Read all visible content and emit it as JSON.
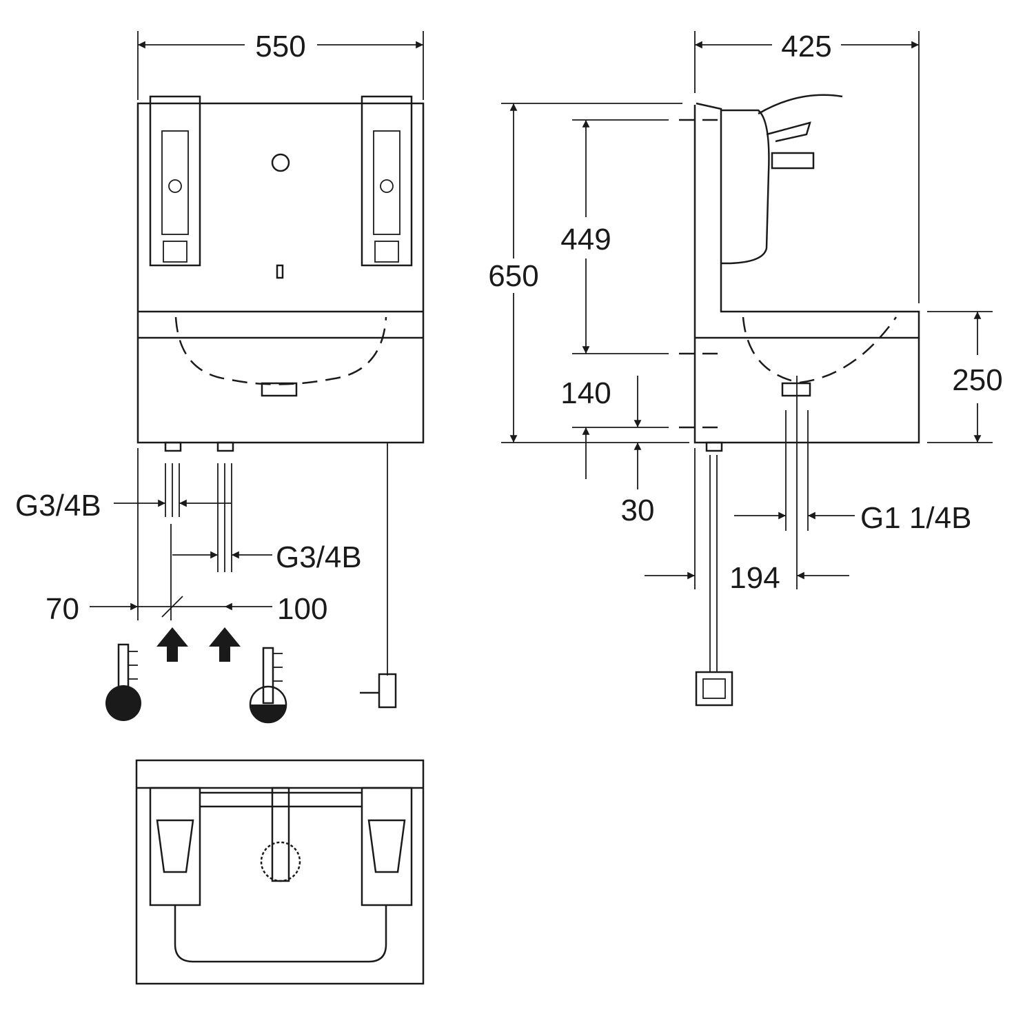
{
  "dimensions": {
    "front_width": "550",
    "side_depth": "425",
    "total_height": "650",
    "upper_height": "449",
    "basin_height": "250",
    "lower_offset": "140",
    "bottom_offset": "30",
    "hot_connection": "G3/4B",
    "cold_connection": "G3/4B",
    "drain_connection": "G1 1/4B",
    "drain_distance": "194",
    "hot_offset": "70",
    "cold_offset": "100"
  }
}
